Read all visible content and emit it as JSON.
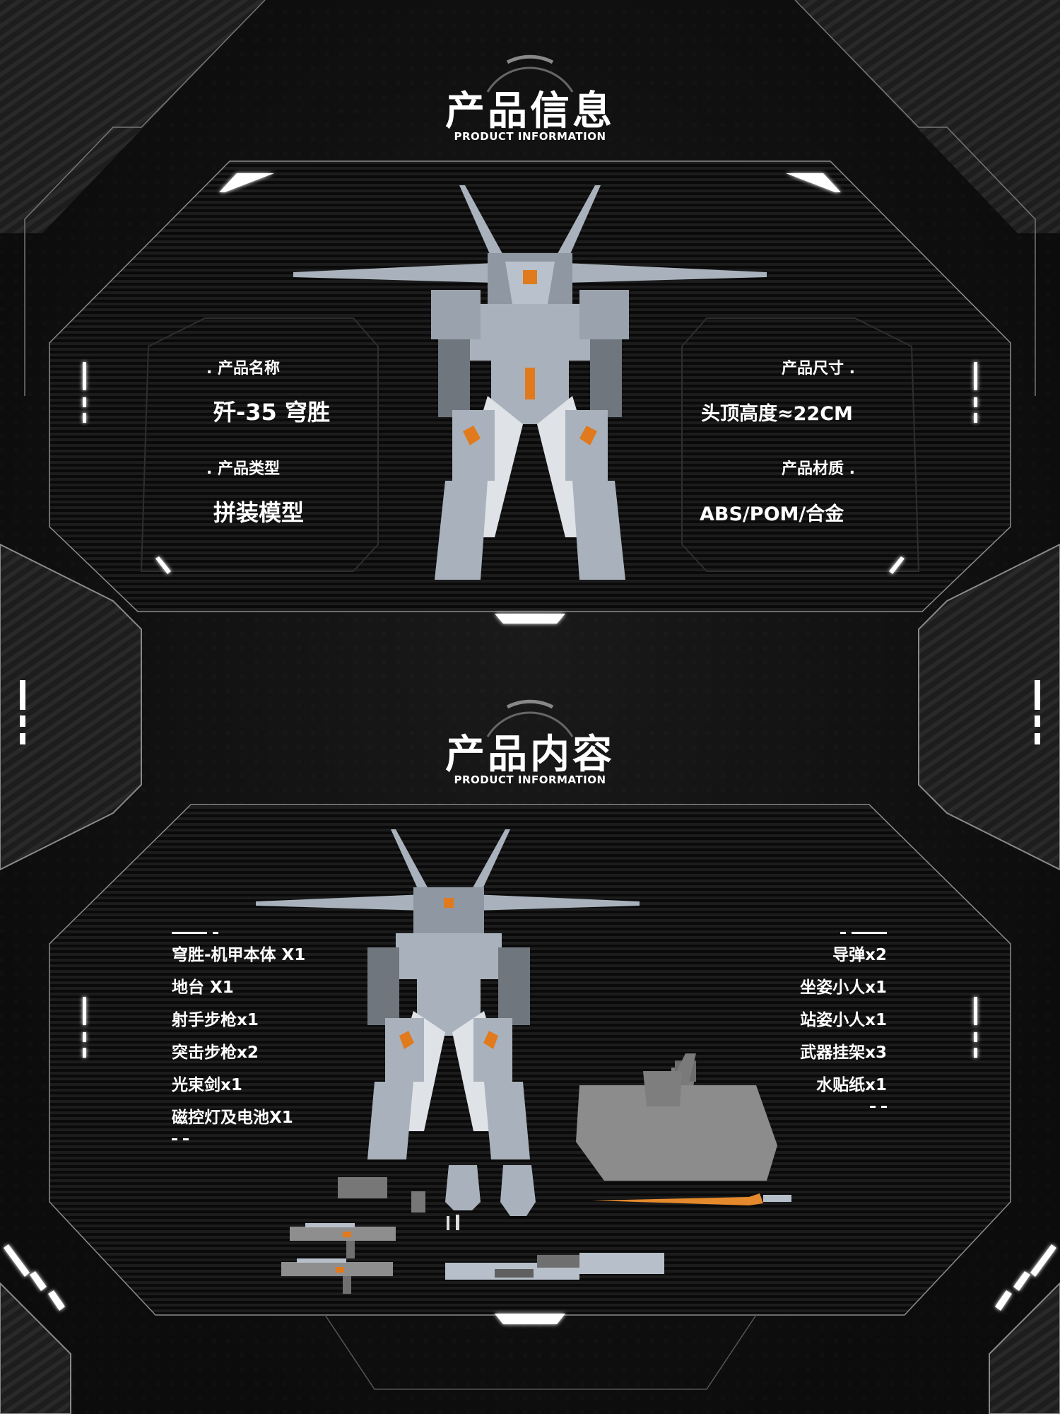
{
  "section_info": {
    "title": "产品信息",
    "subtitle": "PRODUCT INFORMATION",
    "fields": [
      {
        "label": ". 产品名称",
        "value": "歼-35 穹胜"
      },
      {
        "label": ". 产品类型",
        "value": "拼装模型"
      },
      {
        "label": "产品尺寸 .",
        "value": "头顶高度≈22CM"
      },
      {
        "label": "产品材质 .",
        "value": "ABS/POM/合金"
      }
    ]
  },
  "section_contents": {
    "title": "产品内容",
    "subtitle": "PRODUCT INFORMATION",
    "left_items": [
      "穹胜-机甲本体  X1",
      "地台 X1",
      "射手步枪x1",
      "突击步枪x2",
      "光束剑x1",
      "磁控灯及电池X1"
    ],
    "right_items": [
      "导弹x2",
      "坐姿小人x1",
      "站姿小人x1",
      "武器挂架x3",
      "水贴纸x1"
    ]
  },
  "colors": {
    "background": "#151515",
    "panel": "#0c0c0c",
    "outline": "#9a9a9a",
    "text": "#ffffff",
    "robot_gray": "#a9b2bc",
    "accent_orange": "#e07a1c"
  },
  "icons": [
    "robot-figure-image",
    "display-stand-image",
    "beam-sword-image",
    "rifle-image",
    "glow-light-icon"
  ]
}
